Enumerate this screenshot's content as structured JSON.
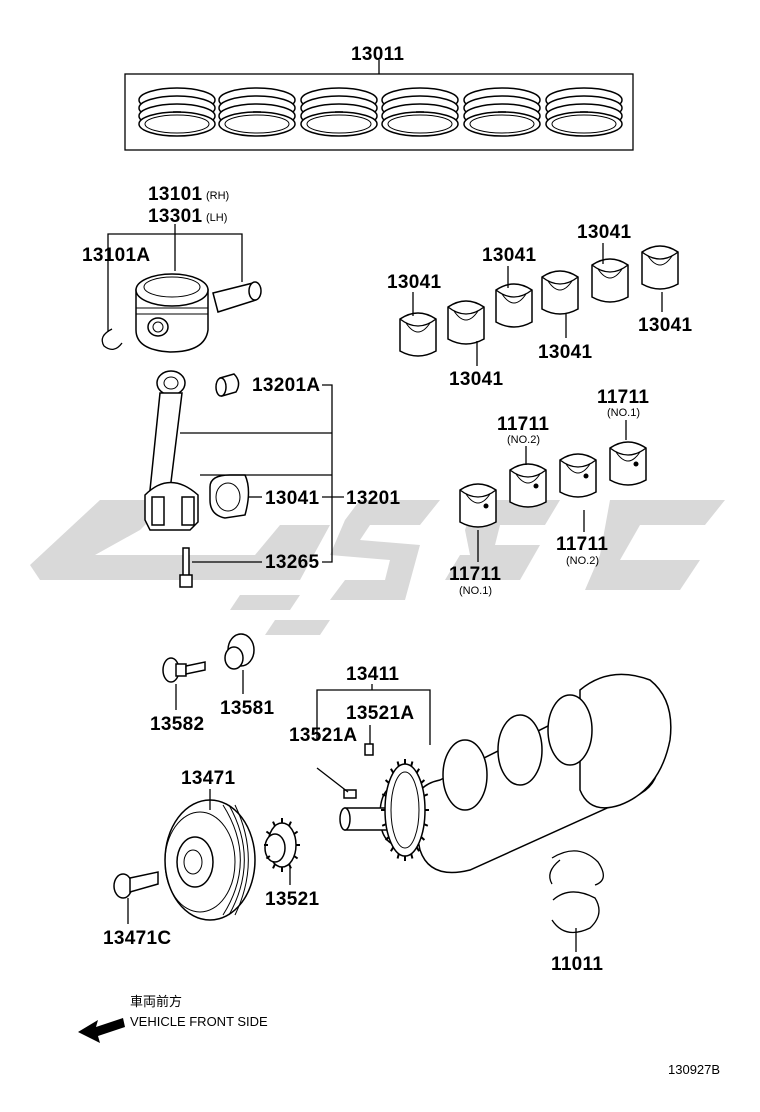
{
  "labels": {
    "p13011": "13011",
    "p13101": "13101",
    "p13101_sub": "(RH)",
    "p13301": "13301",
    "p13301_sub": "(LH)",
    "p13101A": "13101A",
    "p13201A": "13201A",
    "p13201": "13201",
    "p13041_rod": "13041",
    "p13265": "13265",
    "b13041_1": "13041",
    "b13041_2": "13041",
    "b13041_3": "13041",
    "b13041_4": "13041",
    "b13041_5": "13041",
    "b13041_6": "13041",
    "p11711_a": "11711",
    "p11711_a_sub": "(NO.1)",
    "p11711_b": "11711",
    "p11711_b_sub": "(NO.2)",
    "p11711_c": "11711",
    "p11711_c_sub": "(NO.2)",
    "p11711_d": "11711",
    "p11711_d_sub": "(NO.1)",
    "p13582": "13582",
    "p13581": "13581",
    "p13411": "13411",
    "p13521A_a": "13521A",
    "p13521A_b": "13521A",
    "p13471": "13471",
    "p13521": "13521",
    "p13471C": "13471C",
    "p11011": "11011"
  },
  "direction": {
    "jp": "車両前方",
    "en": "VEHICLE FRONT SIDE"
  },
  "diagram_code": "130927B",
  "watermark": {
    "color": "#d9d9d9"
  }
}
